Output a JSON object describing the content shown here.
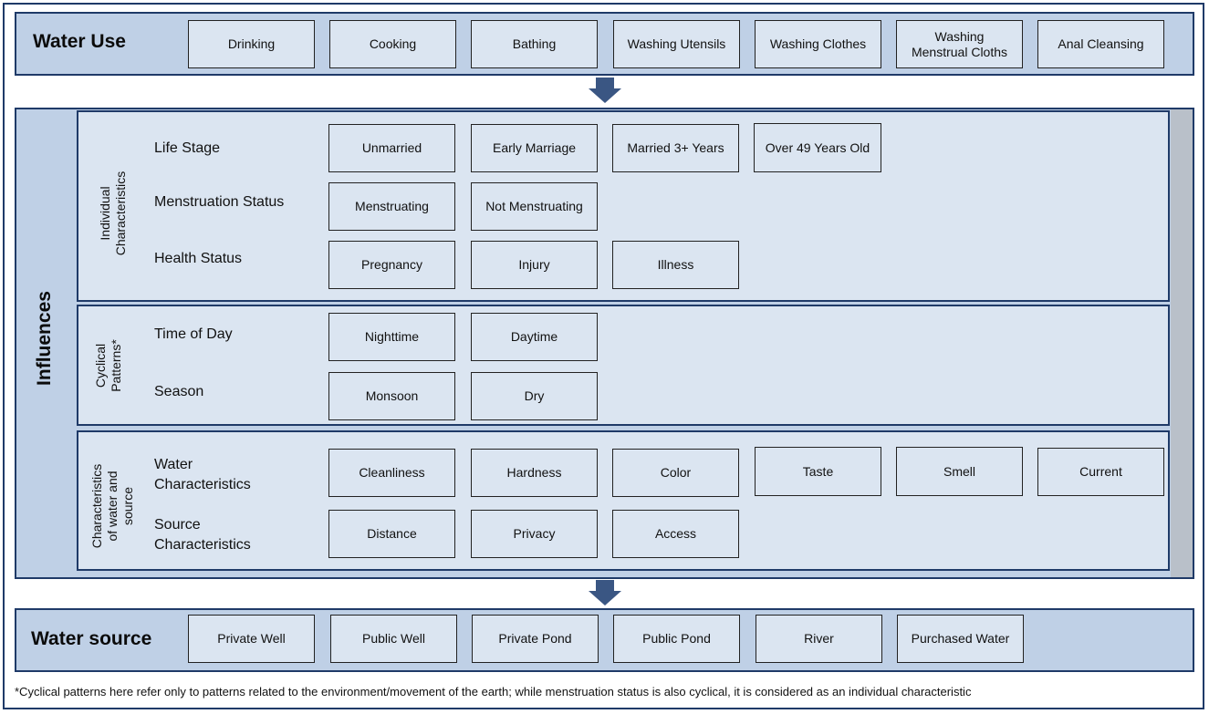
{
  "water_use": {
    "title": "Water Use",
    "items": [
      "Drinking",
      "Cooking",
      "Bathing",
      "Washing Utensils",
      "Washing Clothes",
      "Washing\nMenstrual Cloths",
      "Anal Cleansing"
    ]
  },
  "influences": {
    "title": "Influences",
    "individual": {
      "label_line1": "Individual",
      "label_line2": "Characteristics",
      "rows": [
        {
          "label": "Life Stage",
          "items": [
            "Unmarried",
            "Early Marriage",
            "Married 3+ Years",
            "Over 49 Years Old"
          ]
        },
        {
          "label": "Menstruation Status",
          "items": [
            "Menstruating",
            "Not Menstruating"
          ]
        },
        {
          "label": "Health Status",
          "items": [
            "Pregnancy",
            "Injury",
            "Illness"
          ]
        }
      ]
    },
    "cyclical": {
      "label_line1": "Cyclical",
      "label_line2": "Patterns*",
      "rows": [
        {
          "label": "Time of Day",
          "items": [
            "Nighttime",
            "Daytime"
          ]
        },
        {
          "label": "Season",
          "items": [
            "Monsoon",
            "Dry"
          ]
        }
      ]
    },
    "water_source_chars": {
      "label_line1": "Characteristics",
      "label_line2": "of water and",
      "label_line3": "source",
      "rows": [
        {
          "label_line1": "Water",
          "label_line2": "Characteristics",
          "items": [
            "Cleanliness",
            "Hardness",
            "Color",
            "Taste",
            "Smell",
            "Current"
          ]
        },
        {
          "label_line1": "Source",
          "label_line2": "Characteristics",
          "items": [
            "Distance",
            "Privacy",
            "Access"
          ]
        }
      ]
    }
  },
  "water_source": {
    "title": "Water source",
    "items": [
      "Private Well",
      "Public Well",
      "Private Pond",
      "Public Pond",
      "River",
      "Purchased Water"
    ]
  },
  "footnote": "*Cyclical patterns here refer only to patterns related to the environment/movement of the earth; while menstruation status is also cyclical, it is considered as an individual characteristic",
  "colors": {
    "band_fill": "#bfd0e6",
    "panel_fill": "#dbe5f1",
    "border": "#1f3a68",
    "arrow": "#3a5683"
  },
  "icons": [
    "down-arrow-icon",
    "down-arrow-icon"
  ]
}
